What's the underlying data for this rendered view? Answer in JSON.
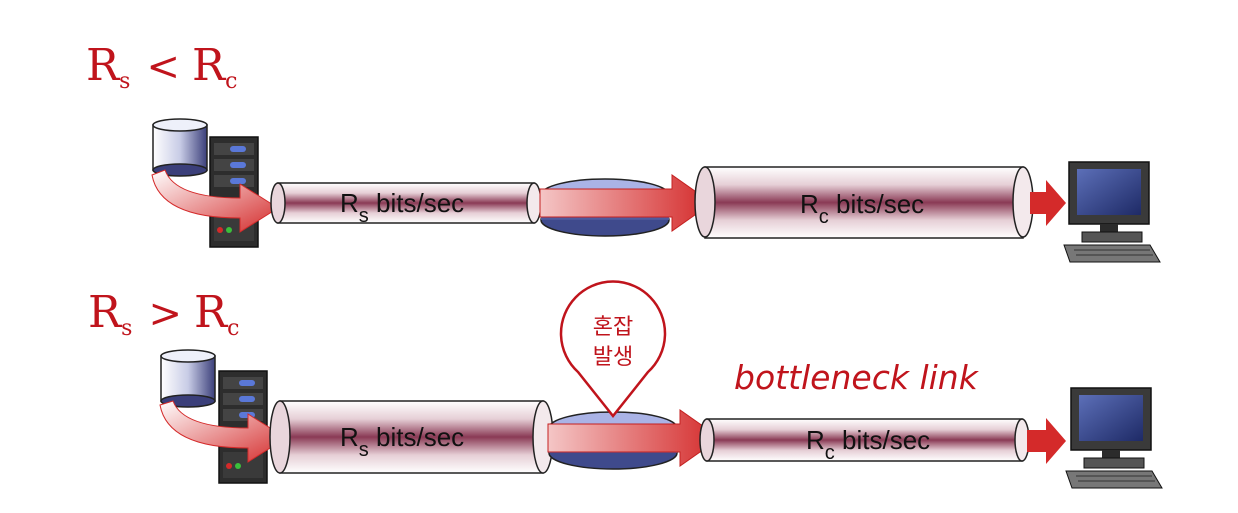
{
  "scenarios": [
    {
      "condition": {
        "lhs": "R",
        "lhs_sub": "s",
        "op": "<",
        "rhs": "R",
        "rhs_sub": "c"
      },
      "link1": {
        "main": "R",
        "sub": "s",
        "unit": " bits/sec"
      },
      "link2": {
        "main": "R",
        "sub": "c",
        "unit": " bits/sec"
      }
    },
    {
      "condition": {
        "lhs": "R",
        "lhs_sub": "s",
        "op": ">",
        "rhs": "R",
        "rhs_sub": "c"
      },
      "link1": {
        "main": "R",
        "sub": "s",
        "unit": " bits/sec"
      },
      "link2": {
        "main": "R",
        "sub": "c",
        "unit": " bits/sec"
      },
      "congestion_bubble": {
        "line1": "혼잡",
        "line2": "발생"
      },
      "bottleneck_label": "bottleneck link"
    }
  ],
  "colors": {
    "accent_red": "#c0141c",
    "pipe_dark": "#8a3a55",
    "arrow_red": "#d42a2a",
    "router_blue": "#7b87c8"
  }
}
